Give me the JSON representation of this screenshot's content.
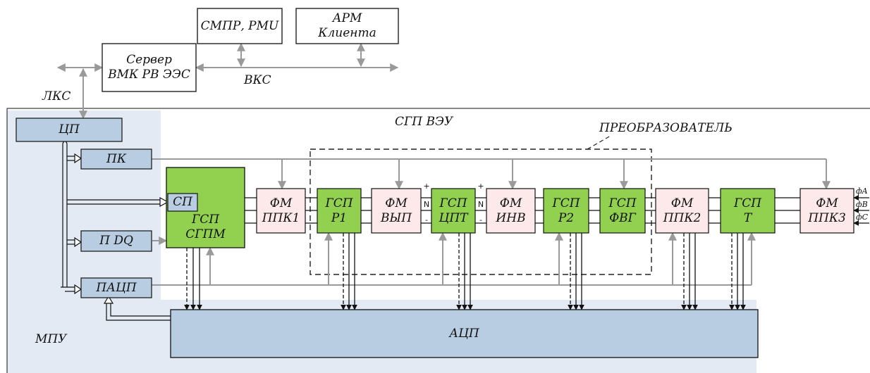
{
  "top": {
    "server": {
      "line1": "Сервер",
      "line2": "ВМК РВ ЭЭС"
    },
    "smpr": "СМПР, PMU",
    "arm": {
      "line1": "АРМ",
      "line2": "Клиента"
    },
    "vks": "ВКС",
    "lks": "ЛКС"
  },
  "mpu": {
    "title": "МПУ",
    "cp": "ЦП",
    "pk": "ПК",
    "sp": "СП",
    "pdq": "П DQ",
    "pacp": "ПАЦП"
  },
  "sgp_veu": "СГП ВЭУ",
  "converter_label": "ПРЕОБРАЗОВАТЕЛЬ",
  "blocks": {
    "gsp_sgpm": {
      "line1": "ГСП",
      "line2": "СГПМ"
    },
    "fm_ppk1": {
      "line1": "ФМ",
      "line2": "ППК1"
    },
    "gsp_r1": {
      "line1": "ГСП",
      "line2": "Р1"
    },
    "fm_vyp": {
      "line1": "ФМ",
      "line2": "ВЫП"
    },
    "gsp_cpt": {
      "line1": "ГСП",
      "line2": "ЦПТ"
    },
    "fm_inv": {
      "line1": "ФМ",
      "line2": "ИНВ"
    },
    "gsp_r2": {
      "line1": "ГСП",
      "line2": "Р2"
    },
    "gsp_fvg": {
      "line1": "ГСП",
      "line2": "ФВГ"
    },
    "fm_ppk2": {
      "line1": "ФМ",
      "line2": "ППК2"
    },
    "gsp_t": {
      "line1": "ГСП",
      "line2": "Т"
    },
    "fm_ppk3": {
      "line1": "ФМ",
      "line2": "ППК3"
    }
  },
  "dc_marks": {
    "plus": "+",
    "n": "N",
    "minus": "-"
  },
  "phases": [
    "фA",
    "фB",
    "фC"
  ],
  "acp": "АЦП",
  "colors": {
    "blue_fill": "#b8cde1",
    "blue_panel": "#e3eaf3",
    "green_fill": "#92d050",
    "pink_fill": "#fde9e9",
    "gray_line": "#9a9a9a"
  }
}
